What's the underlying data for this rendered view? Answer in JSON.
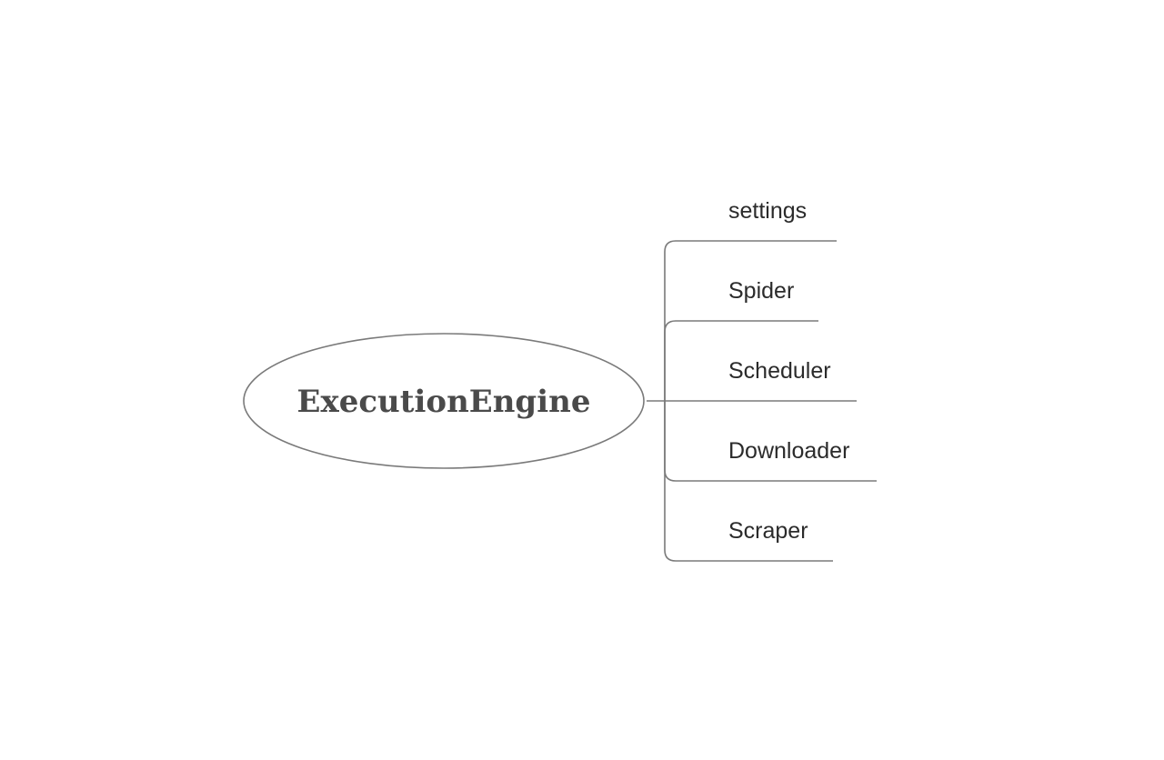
{
  "mindmap": {
    "root": {
      "label": "ExecutionEngine"
    },
    "branches": [
      {
        "label": "settings"
      },
      {
        "label": "Spider"
      },
      {
        "label": "Scheduler"
      },
      {
        "label": "Downloader"
      },
      {
        "label": "Scraper"
      }
    ]
  },
  "colors": {
    "line": "#7a7a7a",
    "root_text": "#4a4a4a",
    "branch_text": "#2b2b2b",
    "background": "#ffffff"
  }
}
